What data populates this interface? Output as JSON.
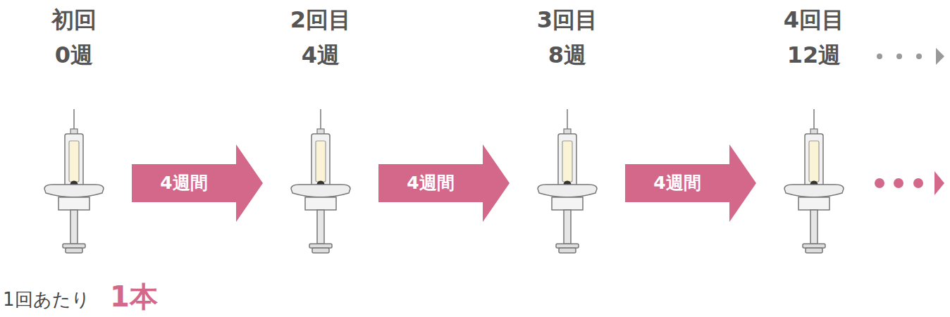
{
  "diagram": {
    "nodes": [
      {
        "text": [
          "初回",
          "0週"
        ]
      },
      {
        "text": [
          "2回目",
          "4週"
        ]
      },
      {
        "text": [
          "3回目",
          "8週"
        ]
      },
      {
        "text": [
          "4回目",
          "12週"
        ]
      }
    ],
    "edges": [
      {
        "from": 0,
        "to": 1,
        "label": "4週間",
        "arrow": "to"
      },
      {
        "from": 1,
        "to": 2,
        "label": "4週間",
        "arrow": "to"
      },
      {
        "from": 2,
        "to": 3,
        "label": "4週間",
        "arrow": "to"
      }
    ],
    "labels": [
      "1回あたり",
      "1本"
    ]
  }
}
